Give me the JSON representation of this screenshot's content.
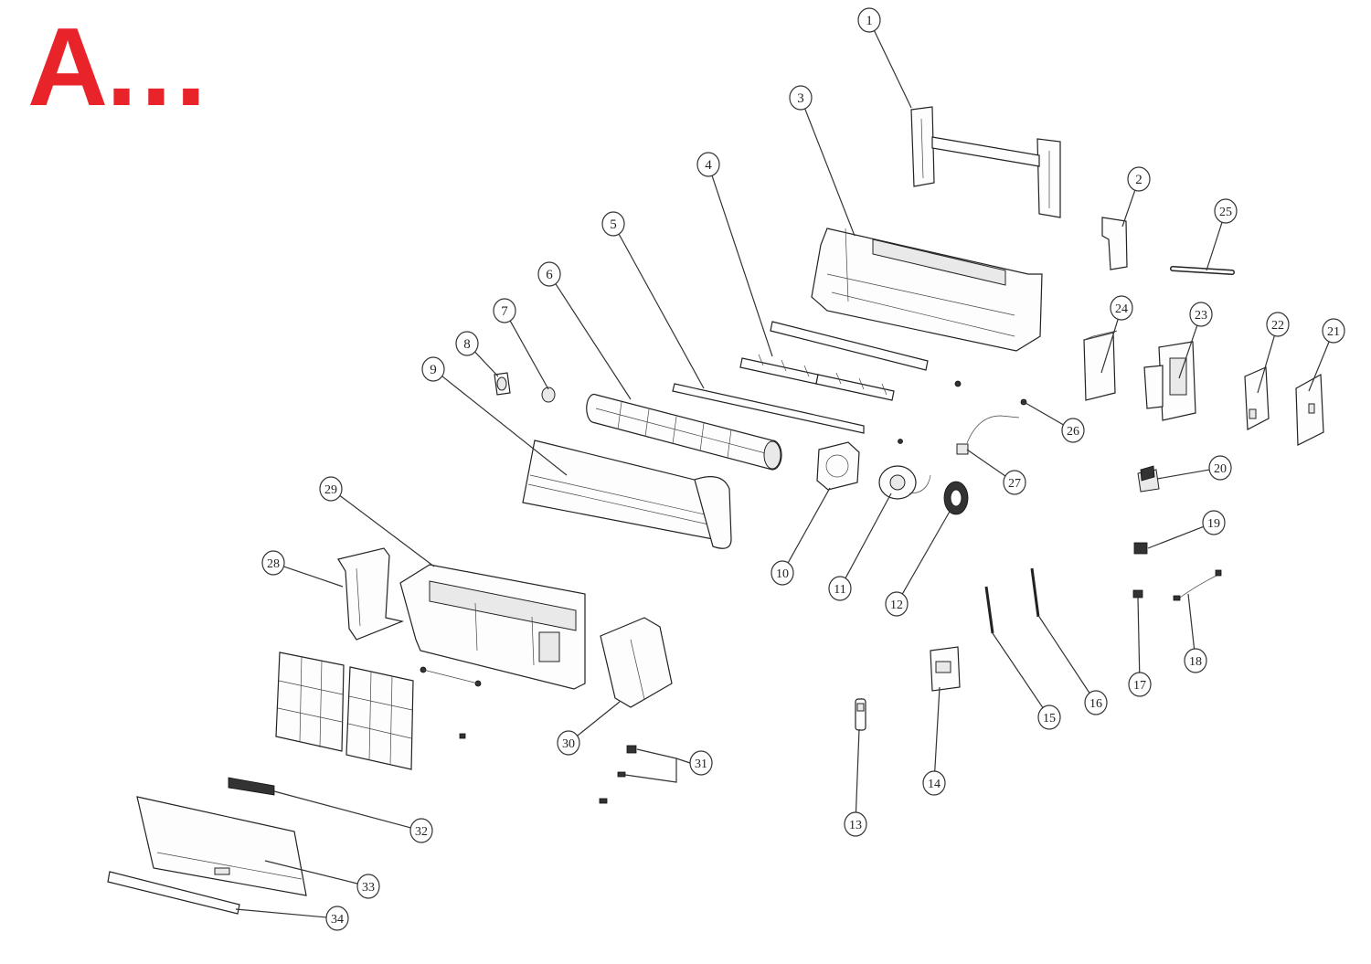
{
  "header": {
    "letter": "A",
    "dots": "...",
    "accent_color": "#e8232a"
  },
  "callouts": [
    "1",
    "2",
    "3",
    "4",
    "5",
    "6",
    "7",
    "8",
    "9",
    "10",
    "11",
    "12",
    "13",
    "14",
    "15",
    "16",
    "17",
    "18",
    "19",
    "20",
    "21",
    "22",
    "23",
    "24",
    "25",
    "26",
    "27",
    "28",
    "29",
    "30",
    "31",
    "32",
    "33",
    "34"
  ],
  "line_color": "#333333",
  "background": "#ffffff"
}
